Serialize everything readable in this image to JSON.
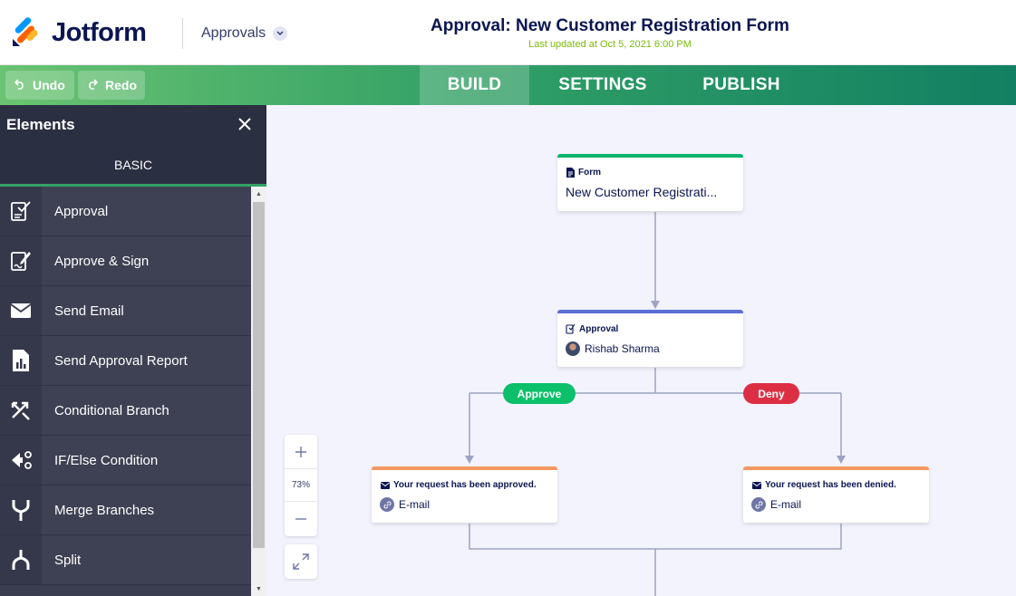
{
  "header": {
    "logo_text": "Jotform",
    "nav_dropdown": "Approvals",
    "title": "Approval: New Customer Registration Form",
    "last_updated": "Last updated at Oct 5, 2021 6:00 PM"
  },
  "toolbar": {
    "undo_label": "Undo",
    "redo_label": "Redo",
    "tabs": [
      {
        "label": "BUILD",
        "active": true
      },
      {
        "label": "SETTINGS",
        "active": false
      },
      {
        "label": "PUBLISH",
        "active": false
      }
    ]
  },
  "sidebar": {
    "title": "Elements",
    "tab": "BASIC",
    "items": [
      {
        "label": "Approval",
        "icon": "approval-icon"
      },
      {
        "label": "Approve & Sign",
        "icon": "approve-sign-icon"
      },
      {
        "label": "Send Email",
        "icon": "envelope-icon"
      },
      {
        "label": "Send Approval Report",
        "icon": "report-icon"
      },
      {
        "label": "Conditional Branch",
        "icon": "conditional-branch-icon"
      },
      {
        "label": "IF/Else Condition",
        "icon": "if-else-icon"
      },
      {
        "label": "Merge Branches",
        "icon": "merge-icon"
      },
      {
        "label": "Split",
        "icon": "split-icon"
      }
    ]
  },
  "flow": {
    "form_node": {
      "type": "Form",
      "value": "New Customer Registrati..."
    },
    "approval_node": {
      "type": "Approval",
      "assignee": "Rishab Sharma"
    },
    "approve_label": "Approve",
    "deny_label": "Deny",
    "approved_email": {
      "title": "Your request has been approved.",
      "channel": "E-mail"
    },
    "denied_email": {
      "title": "Your request has been denied.",
      "channel": "E-mail"
    }
  },
  "zoom": {
    "level": "73%"
  },
  "colors": {
    "brand_green": "#33a166",
    "form_bar": "#09b46b",
    "approval_bar": "#5b6fd6",
    "email_bar": "#f49760",
    "approve": "#0cbf6a",
    "deny": "#dd2f44"
  }
}
